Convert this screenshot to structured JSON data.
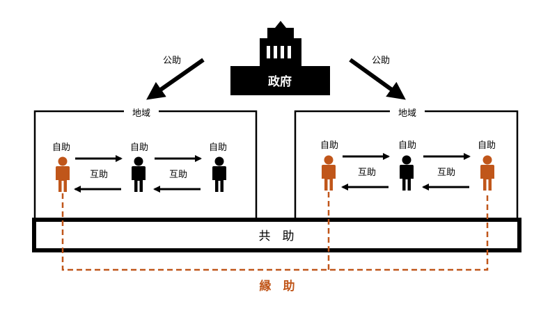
{
  "government": {
    "label": "政府"
  },
  "public_help": {
    "left_label": "公助",
    "right_label": "公助"
  },
  "regions": [
    {
      "label": "地域",
      "self_help_labels": [
        "自助",
        "自助",
        "自助"
      ],
      "mutual_help_labels": [
        "互助",
        "互助"
      ]
    },
    {
      "label": "地域",
      "self_help_labels": [
        "自助",
        "自助",
        "自助"
      ],
      "mutual_help_labels": [
        "互助",
        "互助"
      ]
    }
  ],
  "mutual_aid_bar": {
    "label": "共　助"
  },
  "bond_help": {
    "label": "縁　助"
  },
  "colors": {
    "accent": "#c0561a",
    "primary": "#000000",
    "background": "#ffffff"
  }
}
